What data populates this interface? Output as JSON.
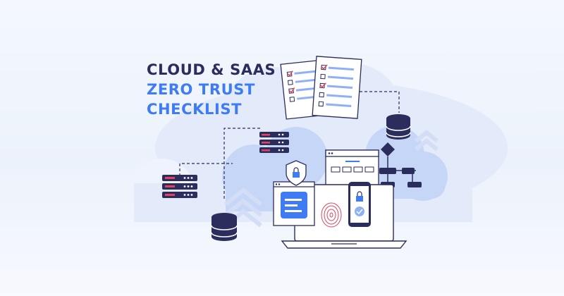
{
  "banner": {
    "title_line1": "CLOUD & SAAS",
    "title_line2": "ZERO TRUST",
    "title_line3": "CHECKLIST",
    "colors": {
      "navy": "#2b2d5c",
      "accent_blue": "#3f7bf2",
      "cloud_light": "#dde7fa",
      "cloud_mid": "#b7cbf5",
      "server_red": "#e0455b"
    },
    "icons": [
      "checklist-document-icon",
      "server-rack-icon",
      "database-icon",
      "shield-lock-icon",
      "browser-window-icon",
      "smartphone-lock-icon",
      "fingerprint-icon",
      "laptop-icon",
      "flowchart-icon",
      "chevron-arrows-icon"
    ]
  }
}
